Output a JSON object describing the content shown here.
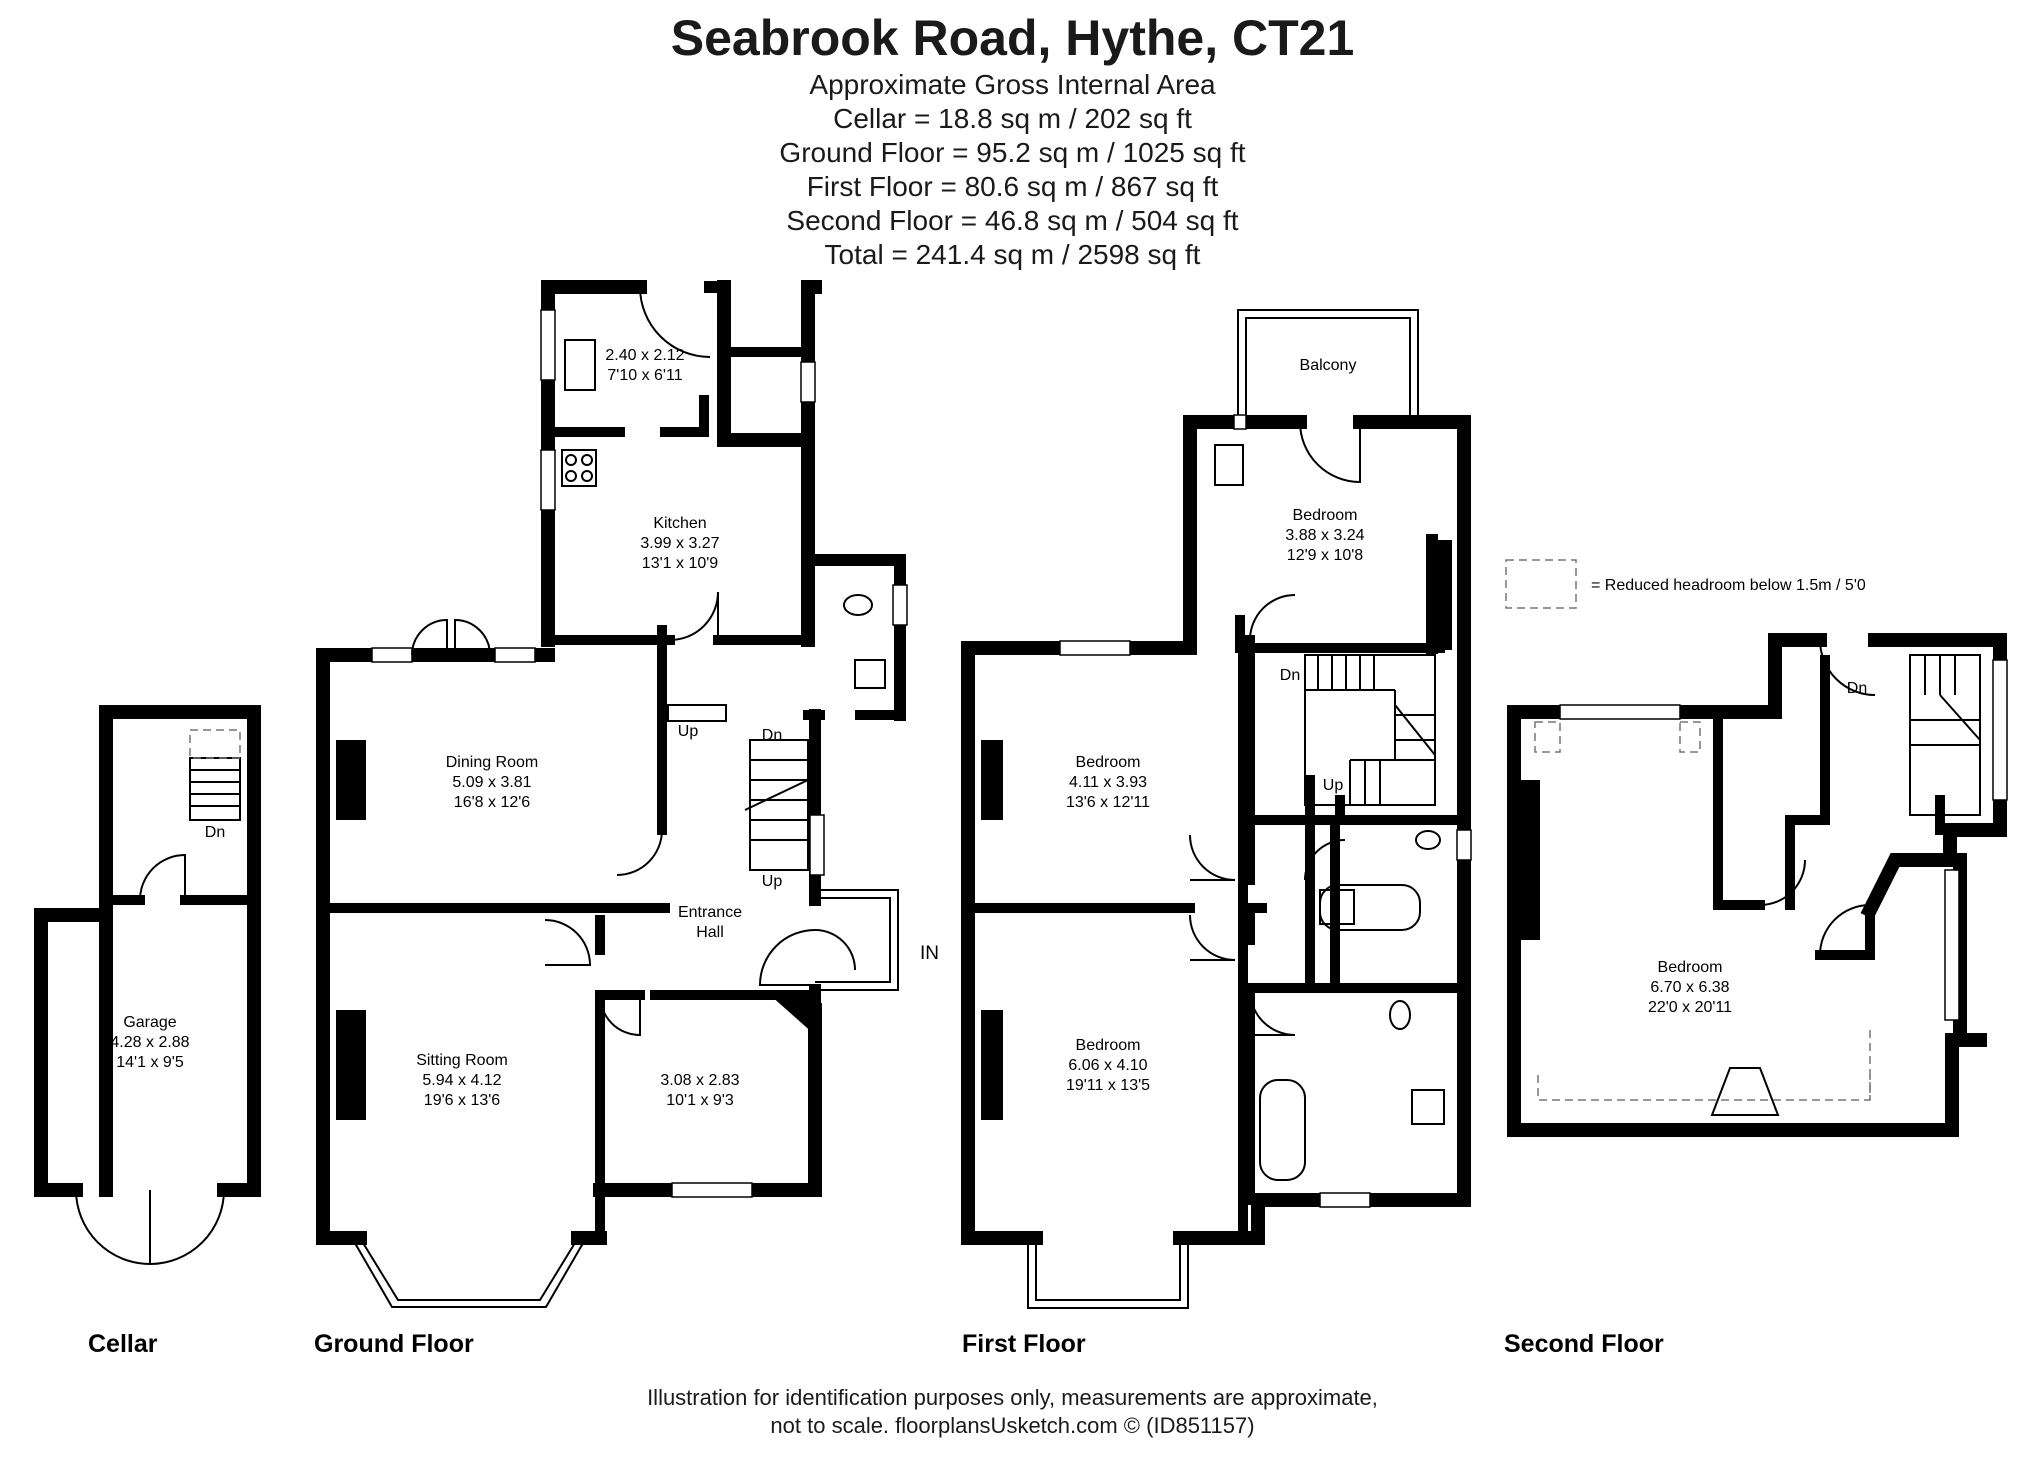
{
  "header": {
    "title": "Seabrook Road, Hythe, CT21",
    "subtitle": "Approximate Gross Internal Area",
    "areas": [
      "Cellar  = 18.8 sq m / 202 sq ft",
      "Ground Floor = 95.2 sq m / 1025 sq ft",
      "First Floor = 80.6 sq m / 867 sq ft",
      "Second Floor = 46.8 sq m / 504 sq ft",
      "Total  = 241.4 sq m / 2598 sq ft"
    ]
  },
  "legend": {
    "text": "= Reduced headroom below 1.5m / 5'0"
  },
  "floors": {
    "cellar": {
      "label": "Cellar",
      "rooms": [
        {
          "name": "Garage",
          "metric": "4.28 x 2.88",
          "imperial": "14'1 x 9'5"
        }
      ],
      "notes": [
        "Dn"
      ]
    },
    "ground": {
      "label": "Ground Floor",
      "rooms": [
        {
          "name": "",
          "metric": "2.40 x 2.12",
          "imperial": "7'10 x 6'11"
        },
        {
          "name": "Kitchen",
          "metric": "3.99 x 3.27",
          "imperial": "13'1 x 10'9"
        },
        {
          "name": "Dining Room",
          "metric": "5.09 x 3.81",
          "imperial": "16'8 x 12'6"
        },
        {
          "name": "Sitting Room",
          "metric": "5.94 x 4.12",
          "imperial": "19'6 x 13'6"
        },
        {
          "name": "",
          "metric": "3.08 x 2.83",
          "imperial": "10'1 x 9'3"
        },
        {
          "name": "Entrance",
          "metric": "Hall",
          "imperial": ""
        }
      ],
      "notes": [
        "Up",
        "Dn",
        "Up",
        "IN"
      ]
    },
    "first": {
      "label": "First Floor",
      "rooms": [
        {
          "name": "Balcony",
          "metric": "",
          "imperial": ""
        },
        {
          "name": "Bedroom",
          "metric": "3.88 x 3.24",
          "imperial": "12'9 x 10'8"
        },
        {
          "name": "Bedroom",
          "metric": "4.11 x 3.93",
          "imperial": "13'6 x 12'11"
        },
        {
          "name": "Bedroom",
          "metric": "6.06 x 4.10",
          "imperial": "19'11 x 13'5"
        }
      ],
      "notes": [
        "Dn",
        "Up"
      ]
    },
    "second": {
      "label": "Second Floor",
      "rooms": [
        {
          "name": "Bedroom",
          "metric": "6.70 x 6.38",
          "imperial": "22'0 x 20'11"
        }
      ],
      "notes": [
        "Dn"
      ]
    }
  },
  "footer": {
    "line1": "Illustration for identification purposes only, measurements are approximate,",
    "line2": "not to scale. floorplansUsketch.com © (ID851157)"
  }
}
